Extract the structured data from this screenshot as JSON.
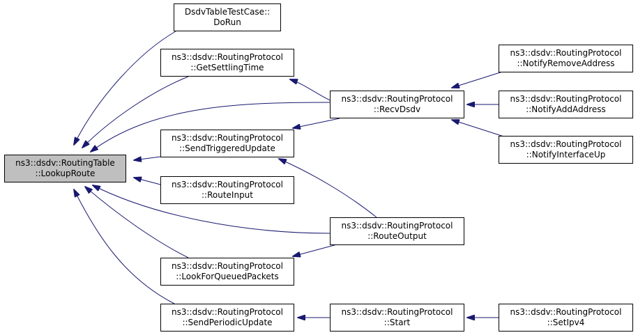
{
  "colors": {
    "edge": "#191970",
    "focus_fill": "#bfbfbf",
    "node_fill": "#ffffff",
    "border": "#000000"
  },
  "nodes": {
    "lookup_route": {
      "line1": "ns3::dsdv::RoutingTable",
      "line2": "::LookupRoute"
    },
    "dorun": {
      "line1": "DsdvTableTestCase::",
      "line2": "DoRun"
    },
    "get_settling_time": {
      "line1": "ns3::dsdv::RoutingProtocol",
      "line2": "::GetSettlingTime"
    },
    "send_triggered_update": {
      "line1": "ns3::dsdv::RoutingProtocol",
      "line2": "::SendTriggeredUpdate"
    },
    "route_input": {
      "line1": "ns3::dsdv::RoutingProtocol",
      "line2": "::RouteInput"
    },
    "look_for_queued_packets": {
      "line1": "ns3::dsdv::RoutingProtocol",
      "line2": "::LookForQueuedPackets"
    },
    "send_periodic_update": {
      "line1": "ns3::dsdv::RoutingProtocol",
      "line2": "::SendPeriodicUpdate"
    },
    "recv_dsdv": {
      "line1": "ns3::dsdv::RoutingProtocol",
      "line2": "::RecvDsdv"
    },
    "route_output": {
      "line1": "ns3::dsdv::RoutingProtocol",
      "line2": "::RouteOutput"
    },
    "start": {
      "line1": "ns3::dsdv::RoutingProtocol",
      "line2": "::Start"
    },
    "notify_remove_address": {
      "line1": "ns3::dsdv::RoutingProtocol",
      "line2": "::NotifyRemoveAddress"
    },
    "notify_add_address": {
      "line1": "ns3::dsdv::RoutingProtocol",
      "line2": "::NotifyAddAddress"
    },
    "notify_interface_up": {
      "line1": "ns3::dsdv::RoutingProtocol",
      "line2": "::NotifyInterfaceUp"
    },
    "set_ipv4": {
      "line1": "ns3::dsdv::RoutingProtocol",
      "line2": "::SetIpv4"
    }
  },
  "edges": [
    {
      "from": "dorun",
      "to": "lookup_route"
    },
    {
      "from": "get_settling_time",
      "to": "lookup_route"
    },
    {
      "from": "recv_dsdv",
      "to": "lookup_route"
    },
    {
      "from": "send_triggered_update",
      "to": "lookup_route"
    },
    {
      "from": "route_input",
      "to": "lookup_route"
    },
    {
      "from": "route_output",
      "to": "lookup_route"
    },
    {
      "from": "look_for_queued_packets",
      "to": "lookup_route"
    },
    {
      "from": "send_periodic_update",
      "to": "lookup_route"
    },
    {
      "from": "recv_dsdv",
      "to": "get_settling_time"
    },
    {
      "from": "recv_dsdv",
      "to": "send_triggered_update"
    },
    {
      "from": "route_output",
      "to": "send_triggered_update"
    },
    {
      "from": "route_output",
      "to": "look_for_queued_packets"
    },
    {
      "from": "start",
      "to": "send_periodic_update"
    },
    {
      "from": "notify_remove_address",
      "to": "recv_dsdv"
    },
    {
      "from": "notify_add_address",
      "to": "recv_dsdv"
    },
    {
      "from": "notify_interface_up",
      "to": "recv_dsdv"
    },
    {
      "from": "set_ipv4",
      "to": "start"
    }
  ]
}
